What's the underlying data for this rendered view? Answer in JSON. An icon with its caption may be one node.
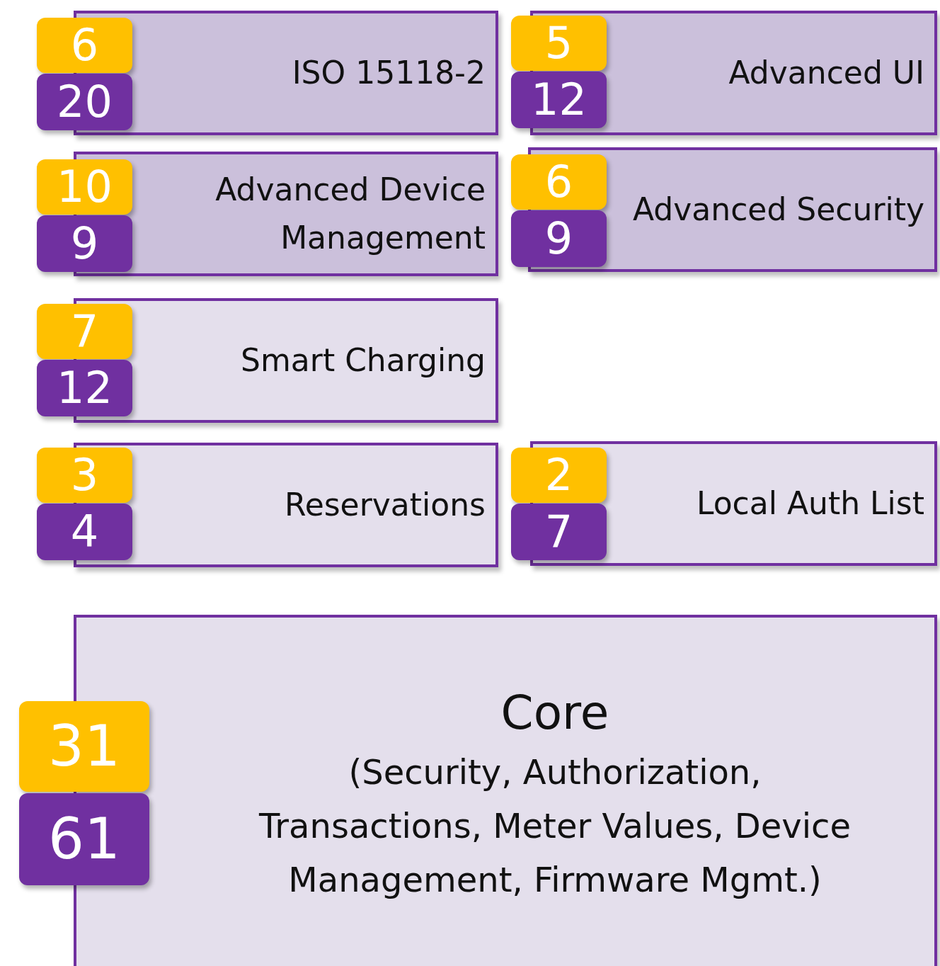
{
  "diagram": {
    "nodes": [
      {
        "text": [
          "6"
        ]
      },
      {
        "text": [
          "20"
        ]
      },
      {
        "text": [
          "ISO 15118-2"
        ]
      },
      {
        "text": [
          "5"
        ]
      },
      {
        "text": [
          "12"
        ]
      },
      {
        "text": [
          "Advanced UI"
        ]
      },
      {
        "text": [
          "10"
        ]
      },
      {
        "text": [
          "9"
        ]
      },
      {
        "text": [
          "Advanced Device Management"
        ]
      },
      {
        "text": [
          "6"
        ]
      },
      {
        "text": [
          "9"
        ]
      },
      {
        "text": [
          "Advanced Security"
        ]
      },
      {
        "text": [
          "7"
        ]
      },
      {
        "text": [
          "12"
        ]
      },
      {
        "text": [
          "Smart Charging"
        ]
      },
      {
        "text": [
          "3"
        ]
      },
      {
        "text": [
          "4"
        ]
      },
      {
        "text": [
          "Reservations"
        ]
      },
      {
        "text": [
          "2"
        ]
      },
      {
        "text": [
          "7"
        ]
      },
      {
        "text": [
          "Local Auth List"
        ]
      },
      {
        "text": [
          "31"
        ]
      },
      {
        "text": [
          "61"
        ]
      },
      {
        "text": [
          "Core",
          "(Security, Authorization, Transactions, Meter Values, Device Management, Firmware Mgmt.)"
        ]
      }
    ]
  }
}
